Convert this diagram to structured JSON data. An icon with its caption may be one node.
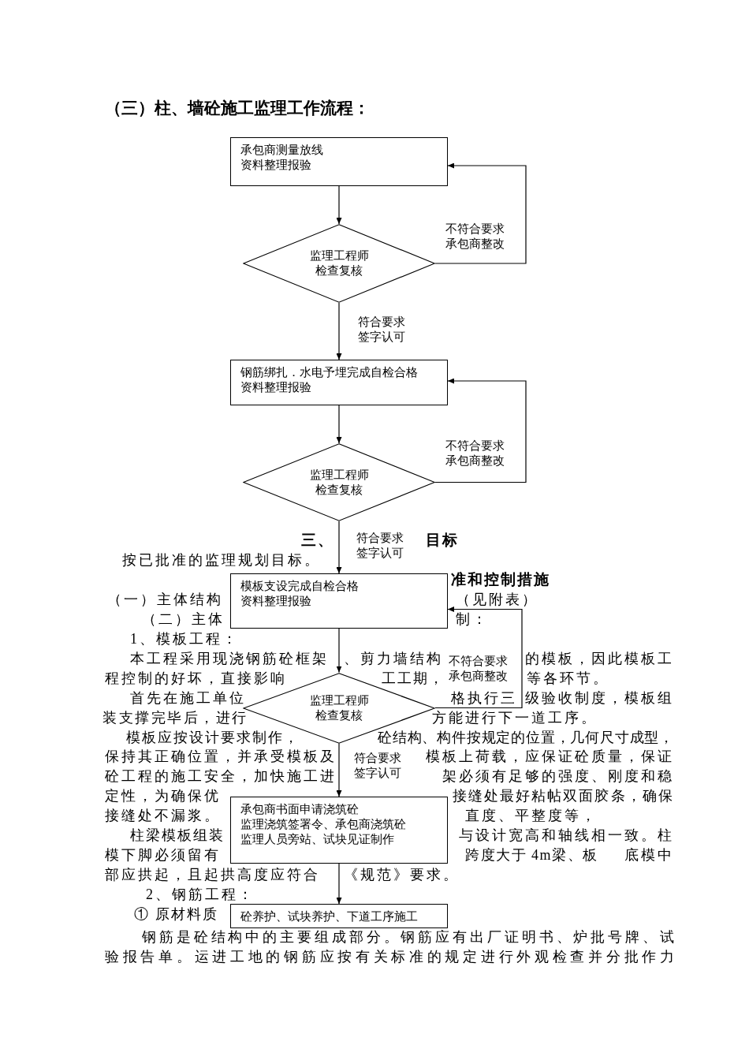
{
  "diagram": {
    "title": "（三）柱、墙砼施工监理工作流程：",
    "nodes": [
      {
        "text": [
          "承包商测量放线",
          "资料整理报验"
        ]
      },
      {
        "text": [
          "监理工程师检查复核"
        ]
      },
      {
        "text": [
          "钢筋绑扎．水电予埋完成自检合格",
          "资料整理报验"
        ]
      },
      {
        "text": [
          "监理工程师检查复核"
        ]
      },
      {
        "text": [
          "模板支设完成自检合格",
          "资料整理报验"
        ]
      },
      {
        "text": [
          "监理工程师检查复核"
        ]
      },
      {
        "text": [
          "承包商书面申请浇筑砼",
          "监理浇筑签署令、承包商浇筑砼",
          "监理人员旁站、试块见证制作"
        ]
      },
      {
        "text": [
          "砼养护、试块养护、下道工序施工"
        ]
      }
    ],
    "edges": [
      {
        "from": 0,
        "to": 1,
        "arrow": "to"
      },
      {
        "from": 1,
        "to": 2,
        "arrow": "to",
        "label": "符合要求签字认可"
      },
      {
        "from": 1,
        "to": 0,
        "arrow": "to",
        "label": "不符合要求承包商整改"
      },
      {
        "from": 2,
        "to": 3,
        "arrow": "to"
      },
      {
        "from": 3,
        "to": 4,
        "arrow": "to",
        "label": "符合要求签字认可"
      },
      {
        "from": 3,
        "to": 2,
        "arrow": "to",
        "label": "不符合要求承包商整改"
      },
      {
        "from": 4,
        "to": 5,
        "arrow": "to"
      },
      {
        "from": 5,
        "to": 6,
        "arrow": "to",
        "label": "符合要求签字认可"
      },
      {
        "from": 5,
        "to": 4,
        "arrow": "to",
        "label": "不符合要求承包商整改"
      },
      {
        "from": 6,
        "to": 7,
        "arrow": "to"
      }
    ],
    "labels": [
      "三、",
      "目标",
      "按已批准的监理规划目标。",
      "准和控制措施",
      "（一）主体结构",
      "（见附表）",
      "（二）主体",
      "制：",
      "1、模板工程：",
      "本工程采用现浇钢筋砼框架",
      "、剪力墙结构",
      "的模板，因此模板工",
      "程控制的好坏，直接影响",
      "工工期，",
      "等各环节。",
      "首先在施工单位",
      "格执行三",
      "级验收制度，模板组",
      "装支撑完毕后，进行",
      "方能进行下一道工序。",
      "模板应按设计要求制作，",
      "砼结构、构件按规定的位置，几何尺寸成型，",
      "保持其正确位置，并承受模板及",
      "模板上荷载，应保证砼质量，保证",
      "砼工程的施工安全，加快施工进",
      "架必须有足够的强度、刚度和稳",
      "定性，为确保优",
      "接缝处最好粘帖双面胶条，确保",
      "接缝处不漏浆。",
      "直度、平整度等，",
      "柱梁模板组装",
      "与设计宽高和轴线相一致。柱",
      "模下脚必须留有",
      "跨度大于 4m梁、板",
      "底模中",
      "部应拱起，且起拱高度应符合",
      "《规范》要求。",
      "2、钢筋工程：",
      "① 原材料质",
      "钢筋是砼结构中的主要组成部分。钢筋应有出厂证明书、炉批号牌、试",
      "验报告单。运进工地的钢筋应按有关标准的规定进行外观检查并分批作力"
    ]
  }
}
